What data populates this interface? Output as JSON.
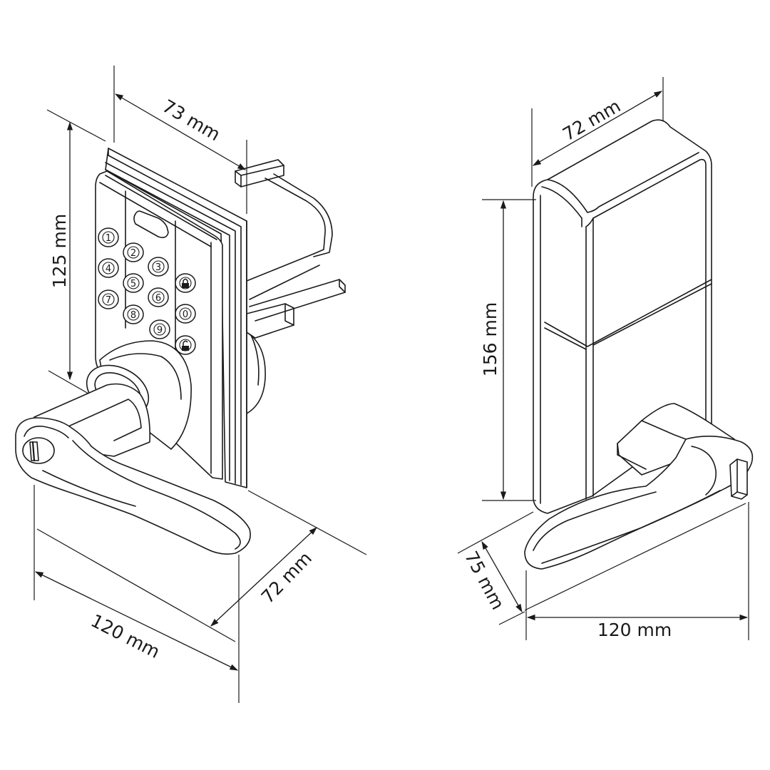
{
  "colors": {
    "line": "#1a1a1a",
    "background": "#ffffff"
  },
  "left_view": {
    "dimensions": {
      "width": "73 mm",
      "height": "125 mm",
      "depth": "72 mm",
      "length": "120 mm"
    },
    "keypad_keys": [
      "1",
      "2",
      "3",
      "4",
      "5",
      "6",
      "7",
      "8",
      "9",
      "0"
    ],
    "icons": [
      "lock-icon",
      "unlock-icon"
    ]
  },
  "right_view": {
    "dimensions": {
      "width": "72 mm",
      "height": "156 mm",
      "depth": "75 mm",
      "length": "120 mm"
    }
  }
}
